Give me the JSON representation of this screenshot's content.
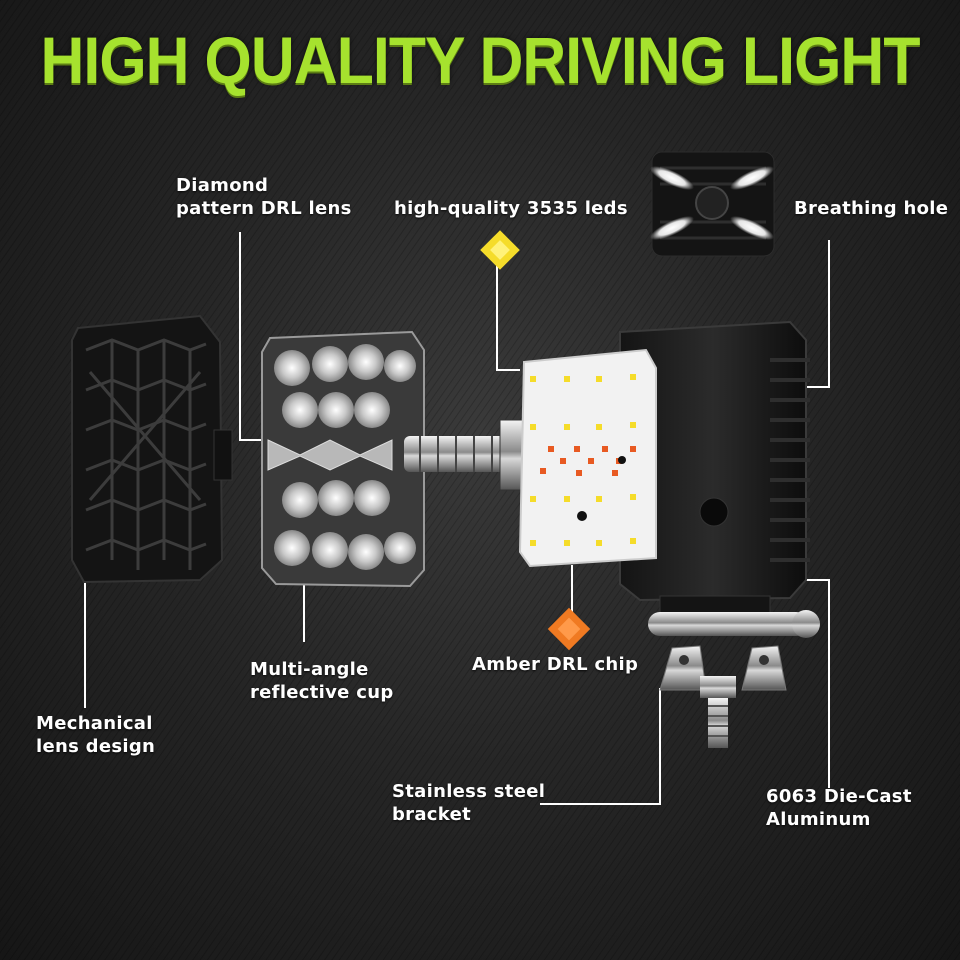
{
  "title": "HIGH QUALITY DRIVING LIGHT",
  "colors": {
    "title": "#a6e22e",
    "background": "#262626",
    "amber": "#f07a22",
    "led_yellow": "#f5dc2a"
  },
  "callouts": {
    "diamond_lens": {
      "line1": "Diamond",
      "line2": "pattern DRL lens"
    },
    "leds": {
      "line1": "high-quality 3535 leds"
    },
    "breathing_hole": {
      "line1": "Breathing hole"
    },
    "reflective_cup": {
      "line1": "Multi-angle",
      "line2": "reflective cup"
    },
    "amber_chip": {
      "line1": "Amber DRL chip"
    },
    "mechanical_lens": {
      "line1": "Mechanical",
      "line2": "lens design"
    },
    "bracket": {
      "line1": "Stainless steel",
      "line2": "bracket"
    },
    "aluminum": {
      "line1": "6063 Die-Cast",
      "line2": "Aluminum"
    }
  }
}
